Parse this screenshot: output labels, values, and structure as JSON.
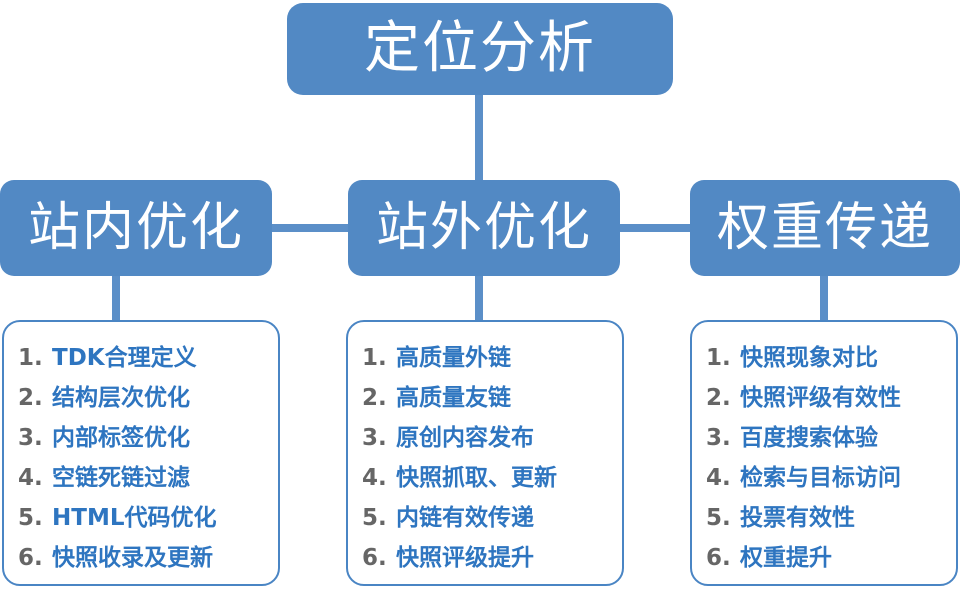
{
  "diagram": {
    "title_node": {
      "label": "定位分析"
    },
    "branches": [
      {
        "label": "站内优化",
        "items": [
          {
            "num": "1.",
            "text": "TDK合理定义"
          },
          {
            "num": "2.",
            "text": "结构层次优化"
          },
          {
            "num": "3.",
            "text": "内部标签优化"
          },
          {
            "num": "4.",
            "text": "空链死链过滤"
          },
          {
            "num": "5.",
            "text": "HTML代码优化"
          },
          {
            "num": "6.",
            "text": "快照收录及更新"
          }
        ]
      },
      {
        "label": "站外优化",
        "items": [
          {
            "num": "1.",
            "text": "高质量外链"
          },
          {
            "num": "2.",
            "text": "高质量友链"
          },
          {
            "num": "3.",
            "text": "原创内容发布"
          },
          {
            "num": "4.",
            "text": "快照抓取、更新"
          },
          {
            "num": "5.",
            "text": "内链有效传递"
          },
          {
            "num": "6.",
            "text": "快照评级提升"
          }
        ]
      },
      {
        "label": "权重传递",
        "items": [
          {
            "num": "1.",
            "text": "快照现象对比"
          },
          {
            "num": "2.",
            "text": "快照评级有效性"
          },
          {
            "num": "3.",
            "text": "百度搜索体验"
          },
          {
            "num": "4.",
            "text": "检索与目标访问"
          },
          {
            "num": "5.",
            "text": "投票有效性"
          },
          {
            "num": "6.",
            "text": "权重提升"
          }
        ]
      }
    ],
    "colors": {
      "node_fill": "#5289C4",
      "node_text": "#FFFFFF",
      "connector": "#5B8FC8",
      "panel_border": "#4A85C4",
      "item_number": "#666666",
      "item_text": "#2E75C0",
      "background": "#FFFFFF"
    }
  }
}
